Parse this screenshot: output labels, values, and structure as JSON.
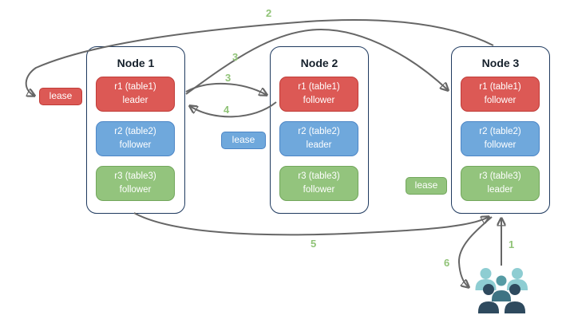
{
  "diagram": {
    "nodes": [
      {
        "title": "Node 1",
        "replicas": [
          {
            "name": "r1 (table1)",
            "role": "leader",
            "color": "red"
          },
          {
            "name": "r2 (table2)",
            "role": "follower",
            "color": "blue"
          },
          {
            "name": "r3 (table3)",
            "role": "follower",
            "color": "green"
          }
        ]
      },
      {
        "title": "Node 2",
        "replicas": [
          {
            "name": "r1 (table1)",
            "role": "follower",
            "color": "red"
          },
          {
            "name": "r2 (table2)",
            "role": "leader",
            "color": "blue"
          },
          {
            "name": "r3 (table3)",
            "role": "follower",
            "color": "green"
          }
        ]
      },
      {
        "title": "Node 3",
        "replicas": [
          {
            "name": "r1 (table1)",
            "role": "follower",
            "color": "red"
          },
          {
            "name": "r2 (table2)",
            "role": "follower",
            "color": "blue"
          },
          {
            "name": "r3 (table3)",
            "role": "leader",
            "color": "green"
          }
        ]
      }
    ],
    "leases": [
      {
        "text": "lease",
        "color": "red"
      },
      {
        "text": "lease",
        "color": "blue"
      },
      {
        "text": "lease",
        "color": "green"
      }
    ],
    "step_labels": {
      "s1": "1",
      "s2": "2",
      "s3a": "3",
      "s3b": "3",
      "s4": "4",
      "s5": "5",
      "s6": "6"
    },
    "icons": {
      "people": "users-group-icon"
    },
    "colors": {
      "replica_red": "#dc5955",
      "replica_red_border": "#c03c38",
      "replica_blue": "#6fa8dc",
      "replica_blue_border": "#4d86c6",
      "replica_green": "#93c47d",
      "replica_green_border": "#72a65c",
      "node_border": "#1f3a5f",
      "arrow": "#666666",
      "step_label": "#90c377",
      "people_light": "#8ecdd2",
      "people_mid_head": "#569ba4",
      "people_mid_body": "#3e7383",
      "people_dark": "#2e4a5e"
    }
  }
}
